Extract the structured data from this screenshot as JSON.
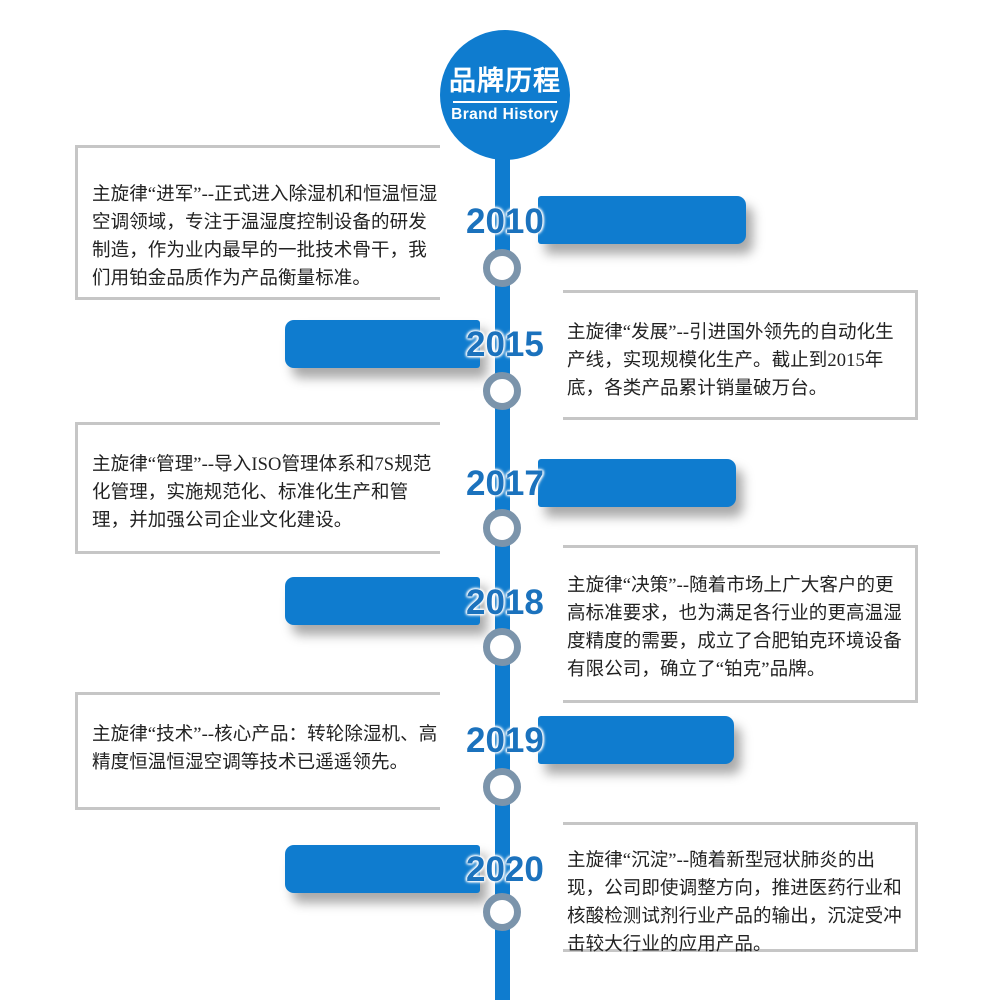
{
  "badge": {
    "title_cn": "品牌历程",
    "title_en": "Brand History"
  },
  "colors": {
    "brand_blue": "#0f7ccf",
    "year_blue": "#1b72bd",
    "node_ring": "#7b94ab",
    "panel_border": "#c6c6c6",
    "text": "#222222",
    "background": "#ffffff"
  },
  "timeline": [
    {
      "year": "2010",
      "side": "left",
      "bar_side": "right",
      "text": "主旋律“进军”--正式进入除湿机和恒温恒湿空调领域，专注于温湿度控制设备的研发制造，作为业内最早的一批技术骨干，我们用铂金品质作为产品衡量标准。"
    },
    {
      "year": "2015",
      "side": "right",
      "bar_side": "left",
      "text": "主旋律“发展”--引进国外领先的自动化生产线，实现规模化生产。截止到2015年底，各类产品累计销量破万台。"
    },
    {
      "year": "2017",
      "side": "left",
      "bar_side": "right",
      "text": "主旋律“管理”--导入ISO管理体系和7S规范化管理，实施规范化、标准化生产和管理，并加强公司企业文化建设。"
    },
    {
      "year": "2018",
      "side": "right",
      "bar_side": "left",
      "text": "主旋律“决策”--随着市场上广大客户的更高标准要求，也为满足各行业的更高温湿度精度的需要，成立了合肥铂克环境设备有限公司，确立了“铂克”品牌。"
    },
    {
      "year": "2019",
      "side": "left",
      "bar_side": "right",
      "text": "主旋律“技术”--核心产品：转轮除湿机、高精度恒温恒湿空调等技术已遥遥领先。"
    },
    {
      "year": "2020",
      "side": "right",
      "bar_side": "left",
      "text": "主旋律“沉淀”--随着新型冠状肺炎的出现，公司即使调整方向，推进医药行业和核酸检测试剂行业产品的输出，沉淀受冲击较大行业的应用产品。"
    }
  ]
}
